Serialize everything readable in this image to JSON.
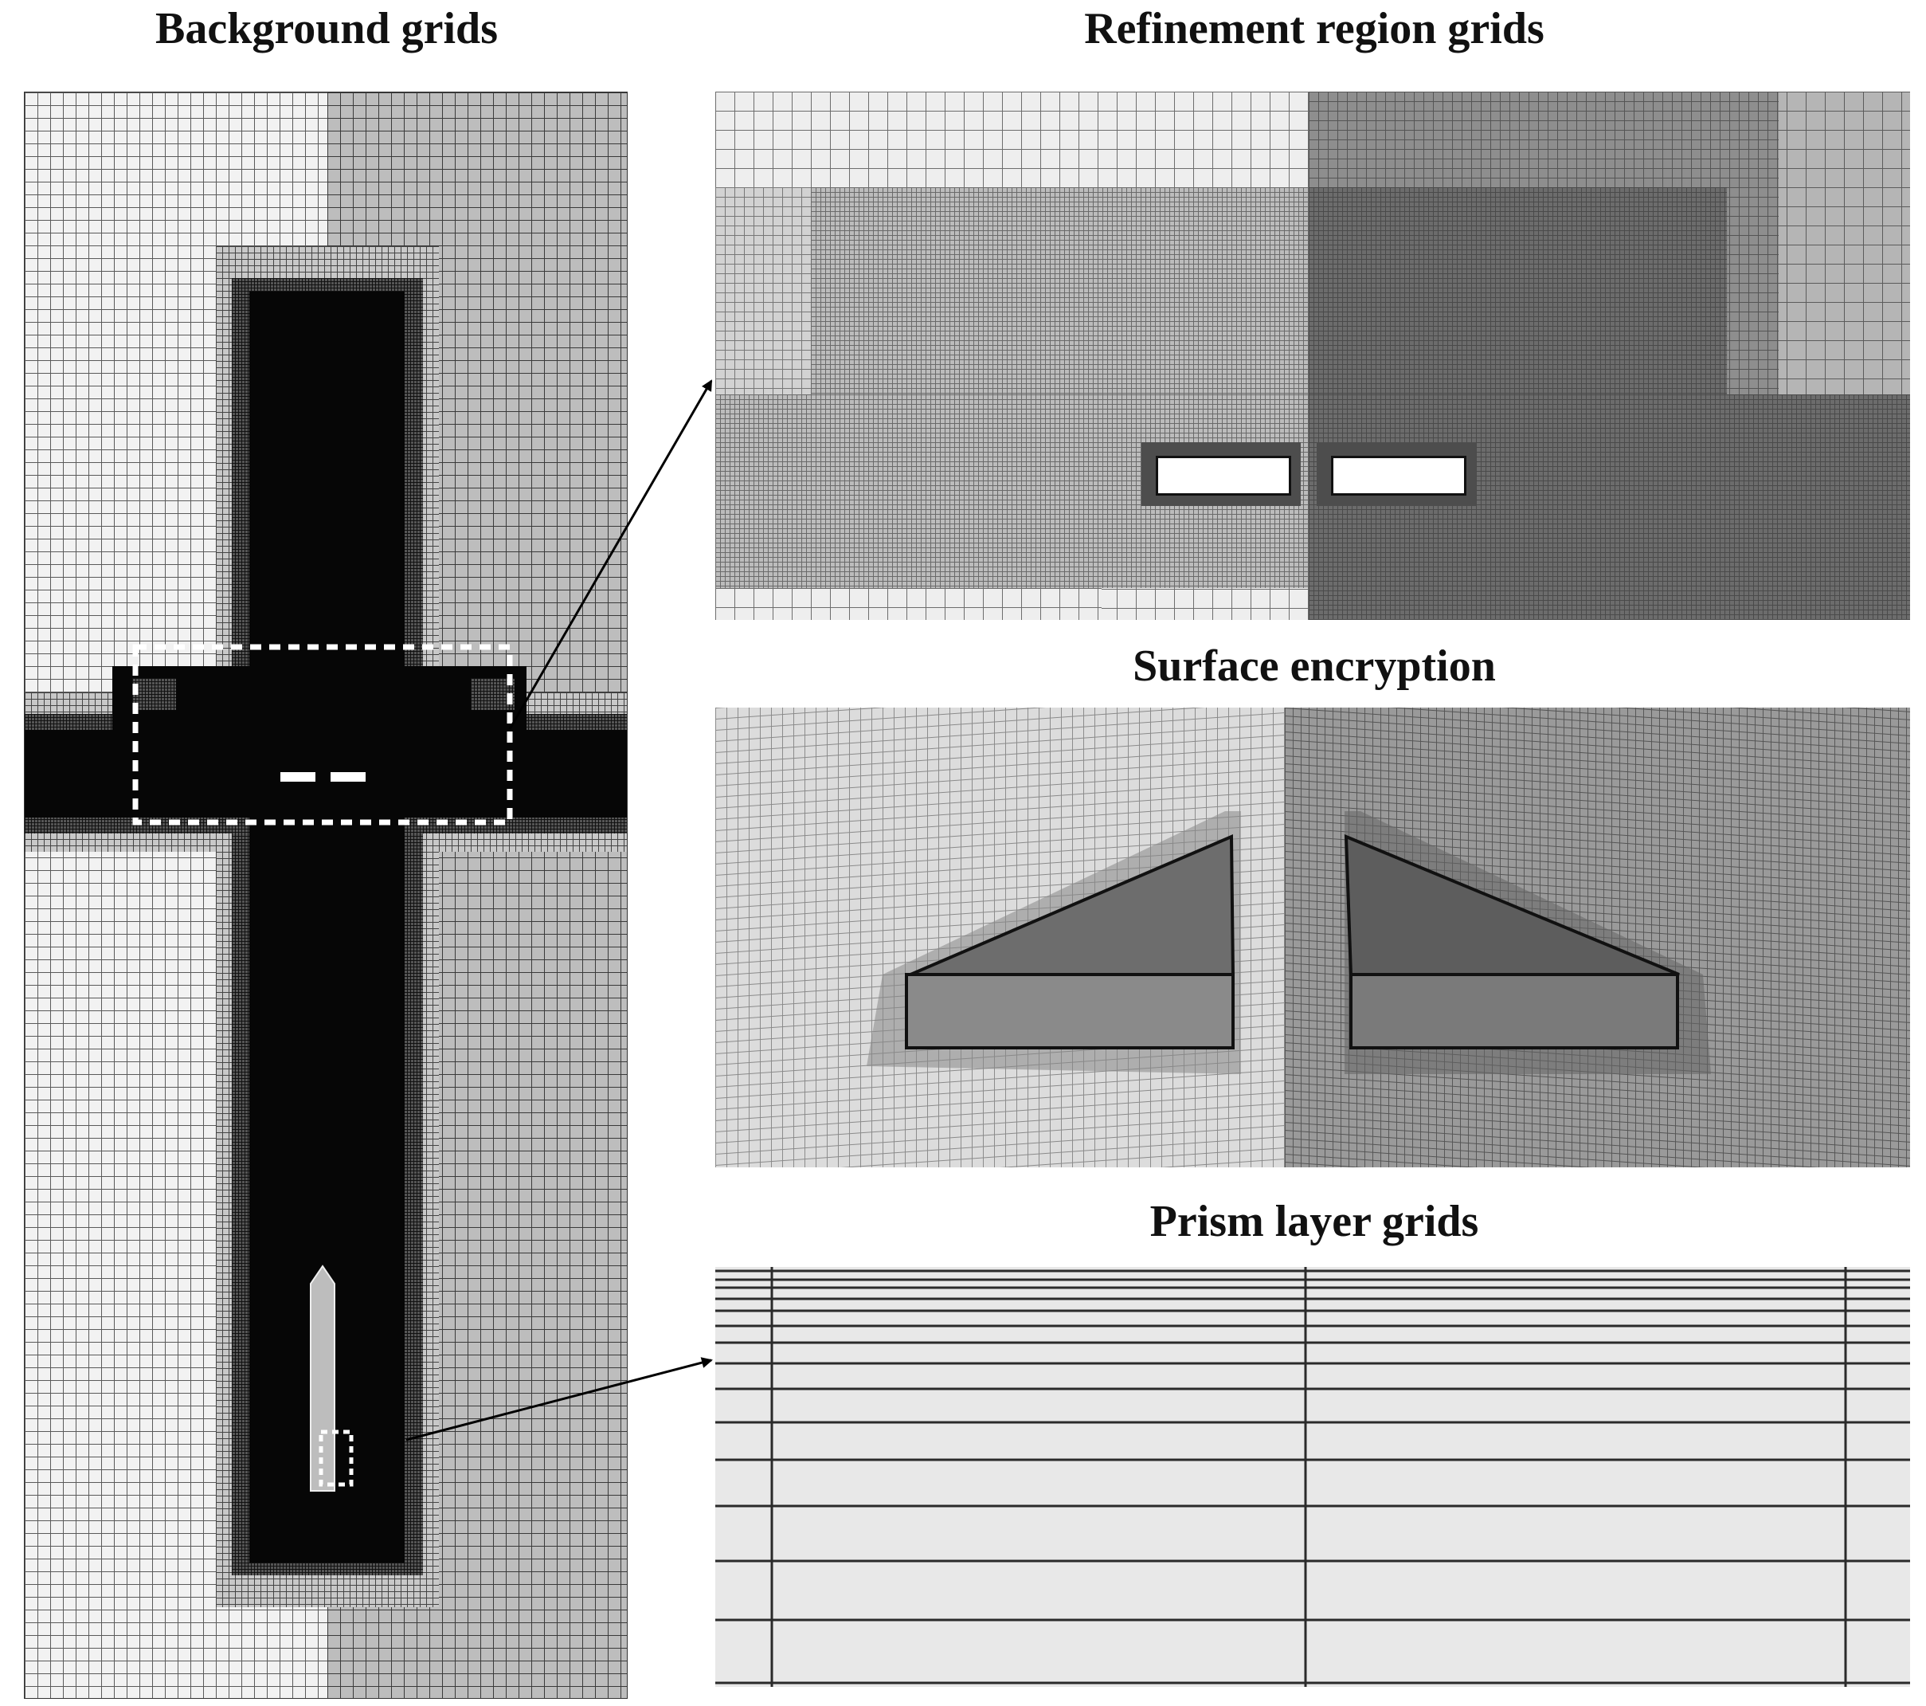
{
  "titles": {
    "background": "Background grids",
    "refinement": "Refinement region grids",
    "surface": "Surface encryption",
    "prism": "Prism layer grids"
  },
  "colors": {
    "dense_mesh": "#060606",
    "highlight_dash": "#ffffff",
    "prism_background": "#e8e8e8",
    "prism_lines": "#2a2a2a"
  },
  "prism_layers": {
    "horizontal_line_fractions": [
      0.01,
      0.03,
      0.05,
      0.075,
      0.105,
      0.14,
      0.18,
      0.23,
      0.29,
      0.37,
      0.46,
      0.57,
      0.7,
      0.84,
      0.99
    ],
    "vertical_line_fractions": [
      0.047,
      0.494,
      0.946
    ]
  }
}
